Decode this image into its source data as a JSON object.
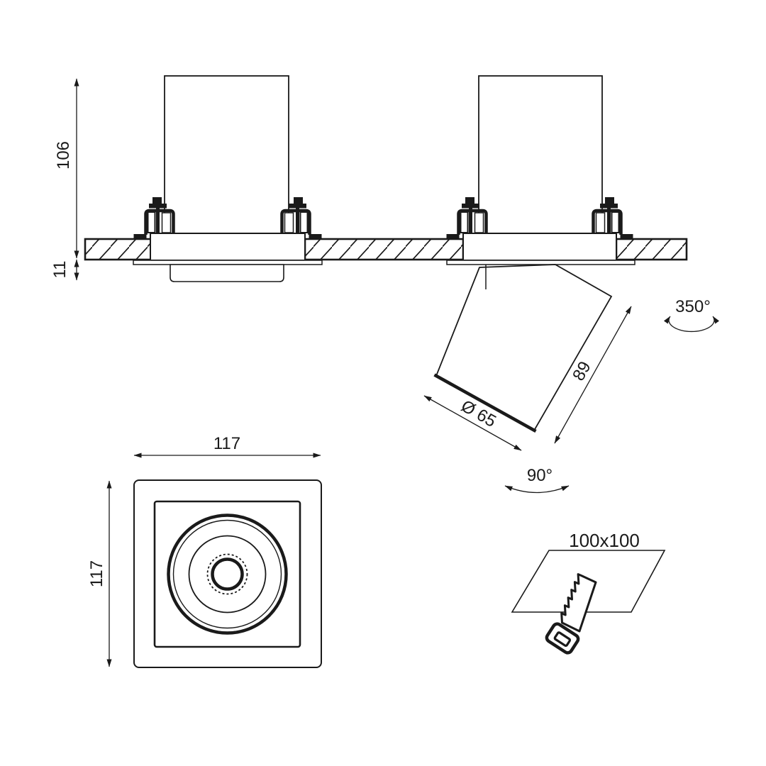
{
  "side_view": {
    "dim_recess_height": "106",
    "dim_protrusion": "11",
    "dim_lens_diameter": "Ø 65",
    "dim_module_length": "89",
    "rotation_label": "350°",
    "tilt_label": "90°"
  },
  "front_view": {
    "dim_width": "117",
    "dim_height": "117"
  },
  "cutout_view": {
    "hole_size_label": "100x100"
  },
  "colors": {
    "line": "#1a1a1a",
    "background": "#ffffff"
  }
}
